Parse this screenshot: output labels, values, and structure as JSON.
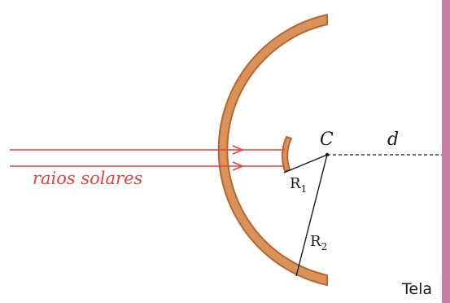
{
  "labels": {
    "rays": "raios solares",
    "center": "C",
    "distance": "d",
    "radius_small_letter": "R",
    "radius_small_sub": "1",
    "radius_large_letter": "R",
    "radius_large_sub": "2",
    "screen": "Tela"
  },
  "colors": {
    "mirror_fill": "#d9935a",
    "mirror_stroke": "#b8652d",
    "ray": "#e8413a",
    "rays_label": "#e8413a",
    "screen": "#c77aa6",
    "ink": "#1a1a1a"
  }
}
